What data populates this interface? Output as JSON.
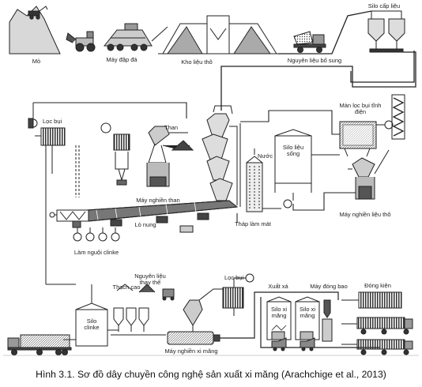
{
  "labels": {
    "mo": "Mỏ",
    "may_dap_da": "Máy đập đá",
    "kho_lieu_tho": "Kho liệu thô",
    "nguyen_lieu_bo_sung": "Nguyên liệu bổ sung",
    "silo_cap_lieu": "Silo cấp liệu",
    "loc_bui_1": "Lọc bụi",
    "than": "Than",
    "nuoc": "Nước",
    "silo_lieu_song": "Silo liệu sống",
    "man_loc_bui_tinh_dien": "Màn lọc bụi tĩnh điện",
    "may_nghien_than": "Máy nghiền than",
    "lo_nung": "Lò nung",
    "thap_lam_mat": "Tháp làm mát",
    "may_nghien_lieu_tho": "Máy nghiền liệu thô",
    "lam_nguoi_clinke": "Làm nguội clinke",
    "thach_cao": "Thạch cao",
    "nguyen_lieu_thay_the": "Nguyên liệu thay thế",
    "loc_bui_2": "Lọc bụi",
    "xuat_xa": "Xuất xá",
    "may_dong_bao": "Máy đóng bao",
    "dong_kien": "Đóng kiện",
    "silo_clinke": "Silo clinke",
    "may_nghien_xi_mang": "Máy nghiền xi măng",
    "silo_xi_mang_1": "Silo xi măng",
    "silo_xi_mang_2": "Silo xi măng"
  },
  "caption": "Hình 3.1. Sơ đồ dây chuyền công nghệ sản xuất xi măng (Arachchige et al., 2013)"
}
